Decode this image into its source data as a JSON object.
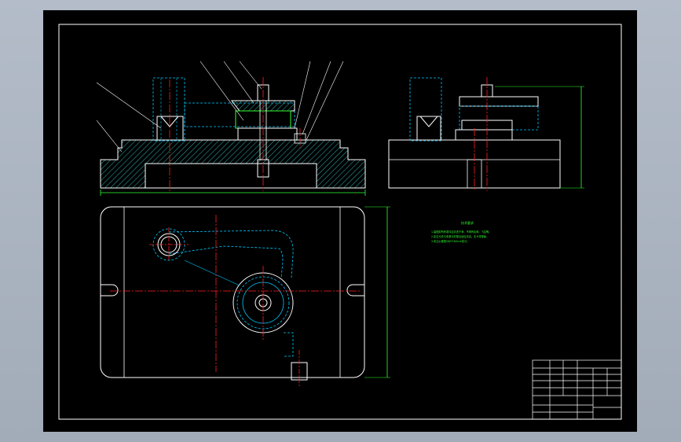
{
  "drawing": {
    "colors": {
      "background": "#000000",
      "outline": "#ffffff",
      "center_line": "#ff2020",
      "hidden_line": "#00c8ff",
      "dimension": "#33ff33",
      "hatch": "#2fb3b3"
    },
    "tech_notes": {
      "title": "技术要求",
      "lines": [
        "1.装配前所有零件应清洗干净，不得有毛刺、飞边等。",
        "2.定位元件与夹紧元件配合处应灵活，无卡滞现象。",
        "3.未注公差按GB/T1804-m执行。"
      ]
    },
    "title_block": {
      "rows": 6
    }
  }
}
